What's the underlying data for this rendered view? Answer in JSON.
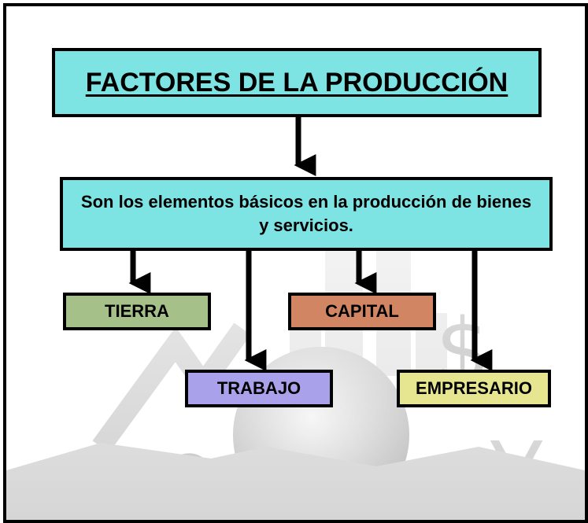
{
  "diagram": {
    "title": "FACTORES DE LA PRODUCCIÓN",
    "description": "Son los elementos básicos en la producción de bienes y servicios.",
    "factors": [
      {
        "label": "TIERRA",
        "color": "#a6c08a"
      },
      {
        "label": "CAPITAL",
        "color": "#d18562"
      },
      {
        "label": "TRABAJO",
        "color": "#a9a2ea"
      },
      {
        "label": "EMPRESARIO",
        "color": "#e6e691"
      }
    ],
    "colors": {
      "header_fill": "#7ee3e3",
      "border": "#000000"
    }
  }
}
